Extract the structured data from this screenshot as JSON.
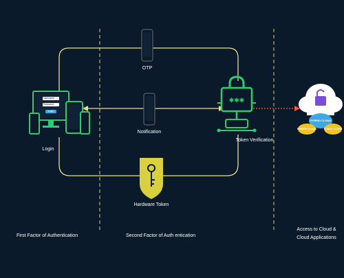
{
  "colors": {
    "background": "#0b1a2b",
    "accent": "#2ecc71",
    "connector": "#e9e08b",
    "divider": "#d8d07a",
    "arrow": "#ff5a36",
    "cloud": "#ffffff",
    "cloud_blue": "#3fa7e5",
    "cloud_yellow": "#f4c21c",
    "shield": "#d9cf3f",
    "device_frame": "#5a5f66"
  },
  "nodes": {
    "login": {
      "label": "Login",
      "icon": "devices-login-icon",
      "screen_user": "Username",
      "screen_pass": "Password",
      "screen_button": "Login"
    },
    "otp": {
      "label": "OTP",
      "icon": "phone-icon"
    },
    "notification": {
      "label": "Notification",
      "icon": "phone-icon"
    },
    "hardware_token": {
      "label": "Hardware Token",
      "icon": "key-shield-icon"
    },
    "token_verification": {
      "label": "Token Verification",
      "icon": "lock-server-icon"
    },
    "cloud": {
      "icon": "cloud-lock-icon",
      "hybrid_label": "HYBRID CLOUD",
      "left_label": "PRIVATE CLOUD",
      "right_label": "PUBLIC CLOUD"
    }
  },
  "sections": {
    "first_factor": "First Factor of Authentication",
    "second_factor": "Second  Factor of Auth entication",
    "access_line1": "Access to Cloud &",
    "access_line2": "Cloud Applications"
  }
}
